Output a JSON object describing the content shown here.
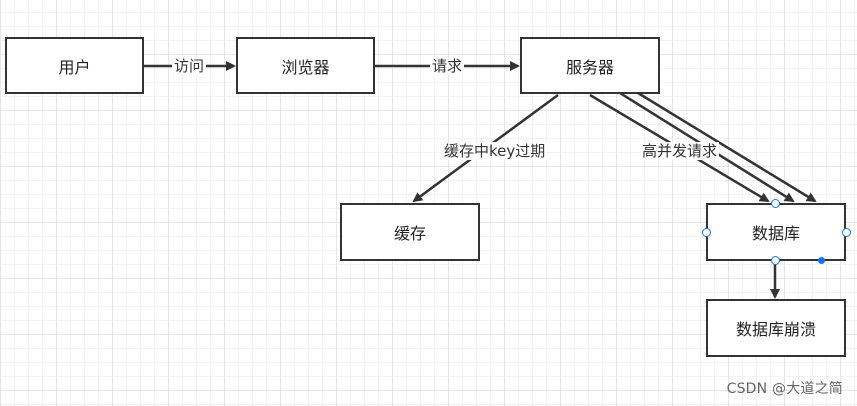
{
  "nodes": {
    "user": "用户",
    "browser": "浏览器",
    "server": "服务器",
    "cache": "缓存",
    "database": "数据库",
    "db_crash": "数据库崩溃"
  },
  "edges": {
    "visit": "访问",
    "request": "请求",
    "cache_expired": "缓存中key过期",
    "high_concurrency": "高并发请求"
  },
  "watermark": "CSDN @大道之简",
  "colors": {
    "stroke": "#333333",
    "grid": "#e6e6e6",
    "selection_handle": "#1a73e8"
  }
}
